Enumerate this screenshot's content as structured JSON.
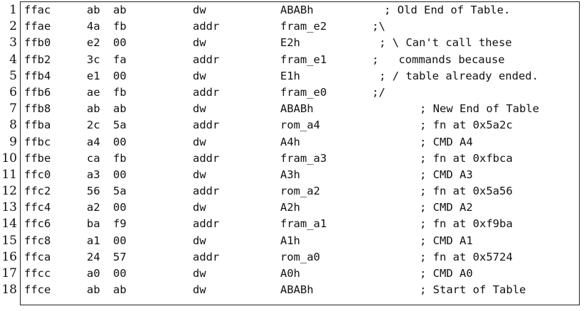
{
  "listing": {
    "rows": [
      {
        "n": "1",
        "addr": "ffac",
        "b1": "ab",
        "b2": "ab",
        "op": "dw",
        "arg": "ABABh",
        "cmt": "; Old End of Table."
      },
      {
        "n": "2",
        "addr": "ffae",
        "b1": "4a",
        "b2": "fb",
        "op": "addr",
        "arg": "fram_e2",
        "cmt": ";\\"
      },
      {
        "n": "3",
        "addr": "ffb0",
        "b1": "e2",
        "b2": "00",
        "op": "dw",
        "arg": "E2h",
        "cmt": "; \\ Can't call these"
      },
      {
        "n": "4",
        "addr": "ffb2",
        "b1": "3c",
        "b2": "fa",
        "op": "addr",
        "arg": "fram_e1",
        "cmt": ";   commands because"
      },
      {
        "n": "5",
        "addr": "ffb4",
        "b1": "e1",
        "b2": "00",
        "op": "dw",
        "arg": "E1h",
        "cmt": "; / table already ended."
      },
      {
        "n": "6",
        "addr": "ffb6",
        "b1": "ae",
        "b2": "fb",
        "op": "addr",
        "arg": "fram_e0",
        "cmt": ";/"
      },
      {
        "n": "7",
        "addr": "ffb8",
        "b1": "ab",
        "b2": "ab",
        "op": "dw",
        "arg": "ABABh",
        "cmt": "; New End of Table"
      },
      {
        "n": "8",
        "addr": "ffba",
        "b1": "2c",
        "b2": "5a",
        "op": "addr",
        "arg": "rom_a4",
        "cmt": "; fn at 0x5a2c"
      },
      {
        "n": "9",
        "addr": "ffbc",
        "b1": "a4",
        "b2": "00",
        "op": "dw",
        "arg": "A4h",
        "cmt": "; CMD A4"
      },
      {
        "n": "10",
        "addr": "ffbe",
        "b1": "ca",
        "b2": "fb",
        "op": "addr",
        "arg": "fram_a3",
        "cmt": "; fn at 0xfbca"
      },
      {
        "n": "11",
        "addr": "ffc0",
        "b1": "a3",
        "b2": "00",
        "op": "dw",
        "arg": "A3h",
        "cmt": "; CMD A3"
      },
      {
        "n": "12",
        "addr": "ffc2",
        "b1": "56",
        "b2": "5a",
        "op": "addr",
        "arg": "rom_a2",
        "cmt": "; fn at 0x5a56"
      },
      {
        "n": "13",
        "addr": "ffc4",
        "b1": "a2",
        "b2": "00",
        "op": "dw",
        "arg": "A2h",
        "cmt": "; CMD A2"
      },
      {
        "n": "14",
        "addr": "ffc6",
        "b1": "ba",
        "b2": "f9",
        "op": "addr",
        "arg": "fram_a1",
        "cmt": "; fn at 0xf9ba"
      },
      {
        "n": "15",
        "addr": "ffc8",
        "b1": "a1",
        "b2": "00",
        "op": "dw",
        "arg": "A1h",
        "cmt": "; CMD A1"
      },
      {
        "n": "16",
        "addr": "ffca",
        "b1": "24",
        "b2": "57",
        "op": "addr",
        "arg": "rom_a0",
        "cmt": "; fn at 0x5724"
      },
      {
        "n": "17",
        "addr": "ffcc",
        "b1": "a0",
        "b2": "00",
        "op": "dw",
        "arg": "A0h",
        "cmt": "; CMD A0"
      },
      {
        "n": "18",
        "addr": "ffce",
        "b1": "ab",
        "b2": "ab",
        "op": "dw",
        "arg": "ABABh",
        "cmt": "; Start of Table"
      }
    ]
  }
}
